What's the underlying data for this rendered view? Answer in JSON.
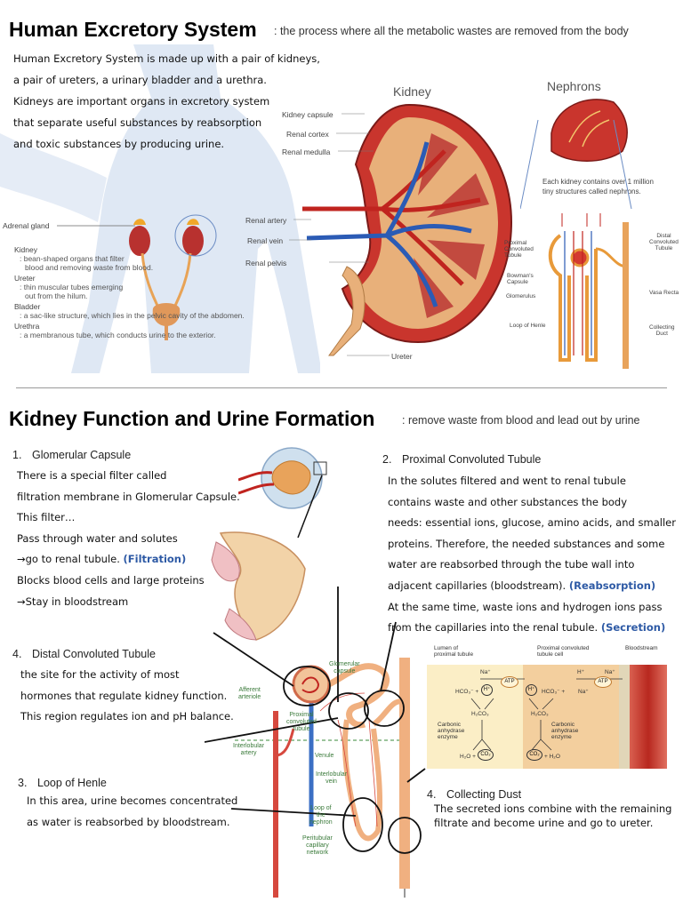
{
  "top": {
    "title": "Human Excretory System",
    "subtitle": ": the process where all the metabolic wastes are removed from the body",
    "intro": [
      "Human Excretory System is made up with a pair of kidneys,",
      "a pair of ureters, a urinary bladder and a urethra.",
      "Kidneys are important organs in excretory system",
      "that separate useful substances by reabsorption",
      "and toxic substances by producing urine."
    ],
    "body_labels": {
      "adrenal": "Adrenal gland",
      "parts": [
        {
          "name": "Kidney",
          "desc": ": bean-shaped organs that filter",
          "desc2": "blood  and removing waste from blood."
        },
        {
          "name": "Ureter",
          "desc": ": thin muscular tubes emerging",
          "desc2": "out from the hilum."
        },
        {
          "name": "Bladder",
          "desc": ": a sac-like structure, which lies in the pelvic cavity of the abdomen.",
          "desc2": ""
        },
        {
          "name": "Urethra",
          "desc": ": a membranous tube, which conducts urine to the exterior.",
          "desc2": ""
        }
      ]
    },
    "kidney": {
      "title": "Kidney",
      "labels": [
        "Kidney capsule",
        "Renal cortex",
        "Renal medulla",
        "Renal artery",
        "Renal vein",
        "Renal pelvis",
        "Ureter"
      ]
    },
    "nephron": {
      "title": "Nephrons",
      "caption1": "Each kidney contains over 1 million",
      "caption2": "tiny structures called nephrons.",
      "labels": {
        "pct1": "Proximal",
        "pct2": "Convoluted",
        "pct3": "Tubule",
        "bow1": "Bowman's",
        "bow2": "Capsule",
        "glom": "Glomerulus",
        "loop": "Loop of Henle",
        "dct1": "Distal",
        "dct2": "Convoluted",
        "dct3": "Tubule",
        "vasa": "Vasa Recta",
        "cd1": "Collecting",
        "cd2": "Duct"
      }
    }
  },
  "bottom": {
    "title": "Kidney Function and Urine Formation",
    "subtitle": ": remove waste from blood and lead out by urine",
    "sections": [
      {
        "num": "1.",
        "heading": "Glomerular Capsule",
        "lines": [
          "There is a special filter called",
          "filtration membrane in Glomerular Capsule.",
          "This filter…",
          "Pass through water and solutes",
          "→go to renal tubule.",
          "Blocks blood cells and large proteins",
          "→Stay in bloodstream"
        ],
        "tag": "(Filtration)"
      },
      {
        "num": "2.",
        "heading": "Proximal Convoluted Tubule",
        "lines": [
          "In the solutes filtered and went to renal tubule",
          "contains waste and other substances the body",
          "needs: essential ions, glucose, amino acids, and smaller",
          "proteins. Therefore, the needed substances and some",
          "water are reabsorbed through the tube wall into",
          "adjacent capillaries (bloodstream).",
          "At the same time, waste ions and hydrogen ions pass",
          "from the capillaries into the renal tubule."
        ],
        "tag_reabsorption": "(Reabsorption)",
        "tag_secretion": "(Secretion)"
      },
      {
        "num": "3.",
        "heading": "Loop of Henle",
        "lines": [
          "In this area, urine becomes concentrated",
          "as water is reabsorbed by bloodstream."
        ]
      },
      {
        "num": "4.",
        "heading": "Distal Convoluted Tubule",
        "lines": [
          "the site for the activity of most",
          "hormones that regulate kidney function.",
          "This region regulates ion and pH balance."
        ]
      },
      {
        "num": "4.",
        "heading": "Collecting Dust",
        "lines": [
          "The secreted ions combine with the remaining",
          "filtrate and become urine and go to ureter."
        ]
      }
    ],
    "nephron_labels": {
      "glom1": "Glomerular",
      "glom2": "capsule",
      "aff1": "Afferent",
      "aff2": "arteriole",
      "pct1": "Proximal",
      "pct2": "convoluted",
      "pct3": "tubule",
      "inter1": "Interlobular",
      "inter2": "artery",
      "venule": "Venule",
      "iv1": "Interlobular",
      "iv2": "vein",
      "loop1": "Loop of",
      "loop2": "the",
      "loop3": "nephron",
      "peri1": "Peritubular",
      "peri2": "capillary",
      "peri3": "network"
    },
    "mechanism_labels": {
      "lumen1": "Lumen of",
      "lumen2": "proximal tubule",
      "cell1": "Proximal convoluted",
      "cell2": "tubule cell",
      "blood": "Bloodstream",
      "hco3": "HCO₃⁻ +",
      "hplus": "H⁺",
      "naplus": "Na⁺",
      "atp": "ATP",
      "h2co3": "H₂CO₃",
      "ca1": "Carbonic",
      "ca2": "anhydrase",
      "ca3": "enzyme",
      "h2o": "H₂O +",
      "co2": "CO₂",
      "h2o_r": "+ H₂O"
    }
  }
}
